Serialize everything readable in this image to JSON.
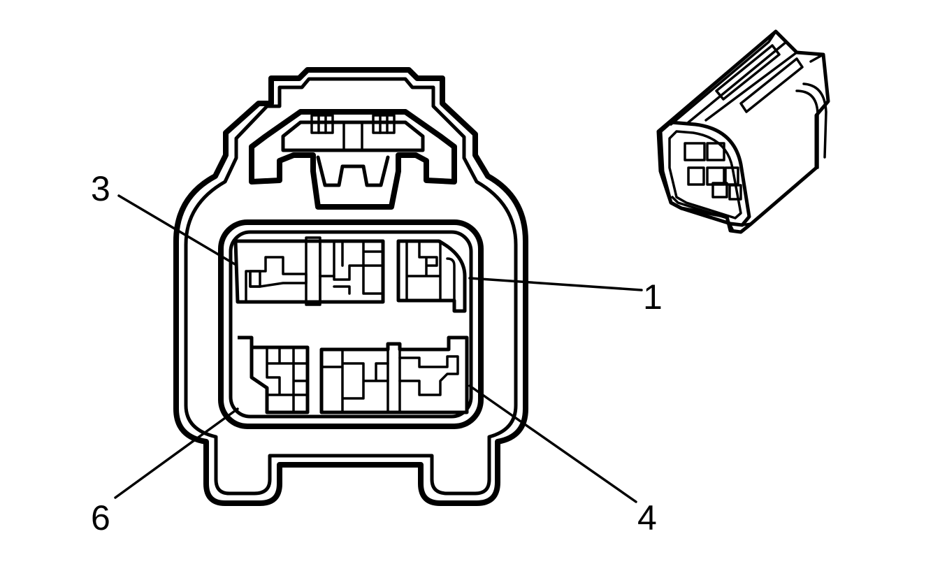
{
  "pin_labels": {
    "pin3": "3",
    "pin1": "1",
    "pin6": "6",
    "pin4": "4"
  },
  "colors": {
    "line": "#000000",
    "background": "#ffffff"
  }
}
